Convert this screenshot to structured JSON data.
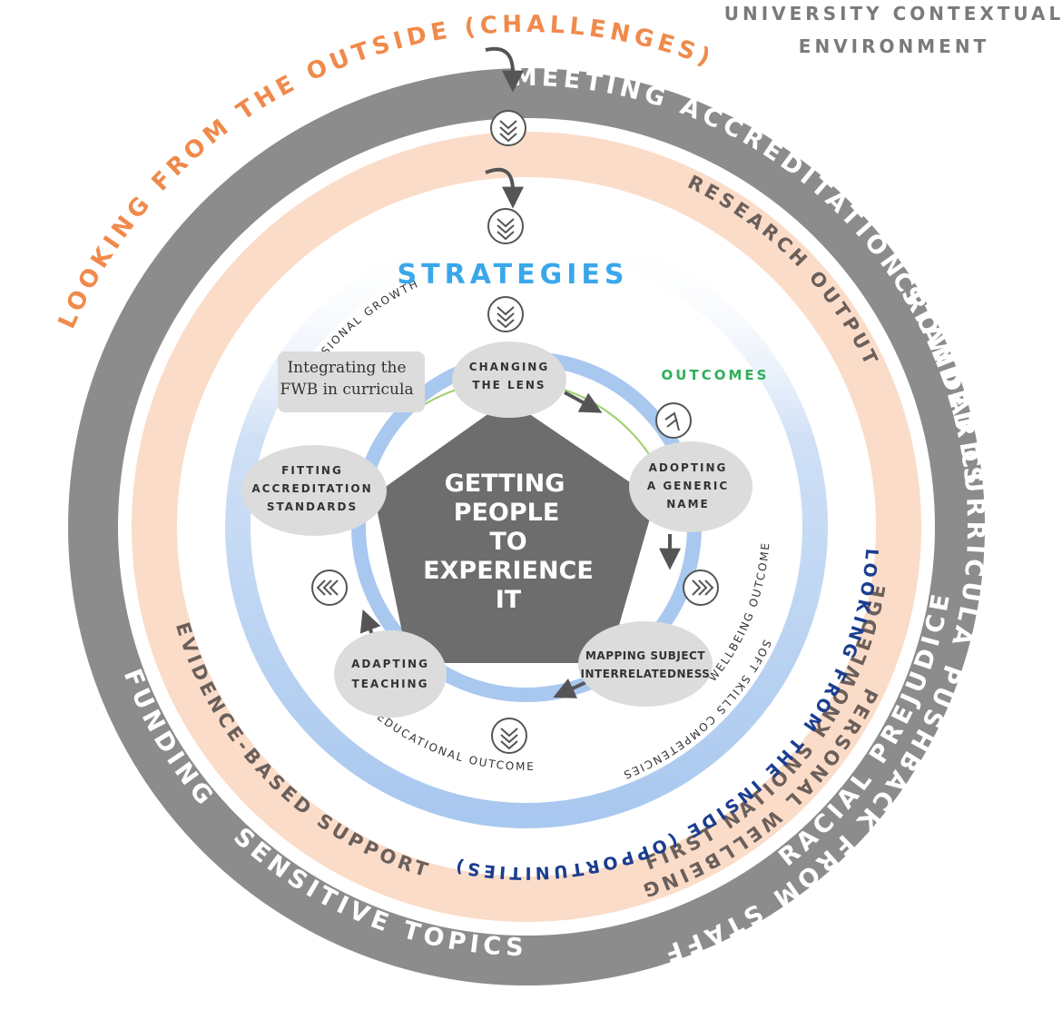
{
  "context_label": [
    "UNIVERSITY CONTEXTUAL",
    "ENVIRONMENT"
  ],
  "outside_label": "LOOKING FROM THE OUTSIDE (CHALLENGES)",
  "inside_label": "LOOKING FROM THE INSIDE (OPPORTUNITIES)",
  "outer_ring": {
    "meeting": "MEETING ACCREDITATION STANDARDS",
    "crowded": "CROWDED CURRICULA",
    "pushback": "PUSHBACK FROM STAFF",
    "racial": "RACIAL PREJUDICE",
    "sensitive": "SENSITIVE TOPICS",
    "funding": "FUNDING"
  },
  "middle_ring": {
    "research": "RESEARCH OUTPUT",
    "personal": "PERSONAL WELLBEING",
    "first_nations": "FIRST NATIONS KNOWLEDGE",
    "evidence": "EVIDENCE-BASED SUPPORT"
  },
  "strategies_title": "STRATEGIES",
  "outcomes_title": "OUTCOMES",
  "outcomes": {
    "soft": "SOFT SKILLS COMPETENCIES",
    "wellbeing": "WELLBEING OUTCOME",
    "educational": "EDUCATIONAL OUTCOME",
    "professional": "PROFESSIONAL GROWTH"
  },
  "core": [
    "GETTING",
    "PEOPLE",
    "TO",
    "EXPERIENCE",
    "IT"
  ],
  "ovals": {
    "changing": [
      "CHANGING",
      "THE LENS"
    ],
    "adopting": [
      "ADOPTING",
      "A GENERIC",
      "NAME"
    ],
    "mapping": [
      "MAPPING SUBJECT",
      "INTERRELATEDNESS"
    ],
    "adapting": [
      "ADAPTING",
      "TEACHING"
    ],
    "fitting": [
      "FITTING",
      "ACCREDITATION",
      "STANDARDS"
    ]
  },
  "note": [
    "Integrating the",
    "FWB in curricula"
  ],
  "colors": {
    "outer_ring": "#8c8c8c",
    "middle_ring": "#fbdcc8",
    "core": "#6d6d6d",
    "oval": "#dcdcdc",
    "blue_ring": "#a9c8ef",
    "strategies": "#3aa7ea",
    "outcomes": "#2fae5a",
    "outside": "#f08a4b",
    "inside": "#1a3d8f"
  }
}
